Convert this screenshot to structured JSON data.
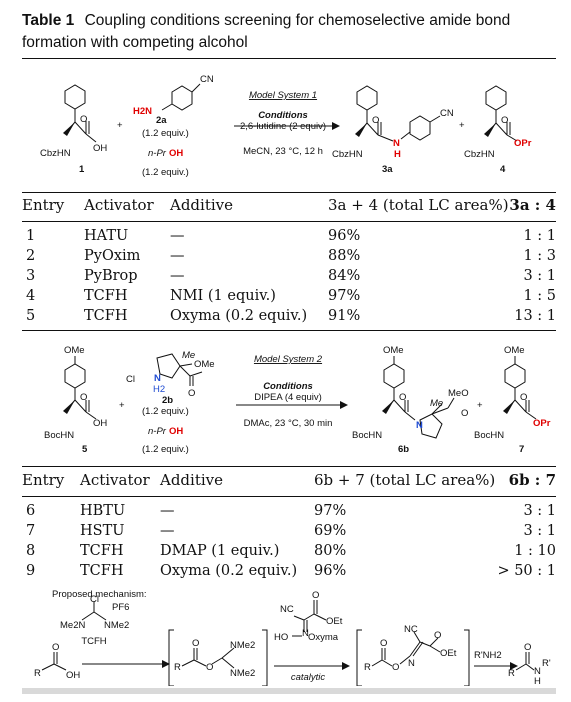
{
  "caption": {
    "label": "Table 1",
    "text": "Coupling conditions screening for chemoselective amide bond formation with competing alcohol"
  },
  "scheme1": {
    "reagent_label": "2a",
    "reagent_equiv": "(1.2 equiv.)",
    "alcohol_prefix": "n-Pr",
    "alcohol_suffix": "OH",
    "alcohol_equiv": "(1.2 equiv.)",
    "sm_label": "1",
    "sm_protect": "CbzHN",
    "model": "Model System 1",
    "conditions_title": "Conditions",
    "conditions_line": "2,6-lutidine (2 equiv)",
    "solvent": "MeCN, 23 °C, 12 h",
    "product_label": "3a",
    "ester_label": "4",
    "product_protect": "CbzHN",
    "ester_protect": "CbzHN",
    "ester_group": "OPr",
    "oh": "OH",
    "h2n": "H2N",
    "cn": "CN",
    "nh_n": "N",
    "nh_h": "H"
  },
  "table1": {
    "headers": [
      "Entry",
      "Activator",
      "Additive",
      "3a + 4 (total LC area%)",
      "3a : 4"
    ],
    "rows": [
      [
        "1",
        "HATU",
        "—",
        "96%",
        "1 : 1"
      ],
      [
        "2",
        "PyOxim",
        "—",
        "88%",
        "1 : 3"
      ],
      [
        "3",
        "PyBrop",
        "—",
        "84%",
        "3 : 1"
      ],
      [
        "4",
        "TCFH",
        "NMI (1 equiv.)",
        "97%",
        "1 : 5"
      ],
      [
        "5",
        "TCFH",
        "Oxyma (0.2 equiv.)",
        "91%",
        "13 : 1"
      ]
    ]
  },
  "scheme2": {
    "reagent_label": "2b",
    "reagent_equiv": "(1.2 equiv.)",
    "alcohol_prefix": "n-Pr",
    "alcohol_suffix": "OH",
    "alcohol_equiv": "(1.2 equiv.)",
    "sm_label": "5",
    "sm_protect": "BocHN",
    "model": "Model System 2",
    "conditions_title": "Conditions",
    "conditions_line": "DIPEA (4 equiv)",
    "solvent": "DMAc, 23 °C, 30 min",
    "product_label": "6b",
    "ester_label": "7",
    "product_protect": "BocHN",
    "ester_protect": "BocHN",
    "ester_group": "OPr",
    "ome": "OMe",
    "me": "Me",
    "meo": "MeO",
    "cl": "Cl",
    "oh": "OH",
    "n": "N",
    "h2": "H2",
    "o": "O"
  },
  "table2": {
    "headers": [
      "Entry",
      "Activator",
      "Additive",
      "6b + 7 (total LC area%)",
      "6b : 7"
    ],
    "rows": [
      [
        "6",
        "HBTU",
        "—",
        "97%",
        "3 : 1"
      ],
      [
        "7",
        "HSTU",
        "—",
        "69%",
        "3 : 1"
      ],
      [
        "8",
        "TCFH",
        "DMAP (1 equiv.)",
        "80%",
        "1 : 10"
      ],
      [
        "9",
        "TCFH",
        "Oxyma (0.2 equiv.)",
        "96%",
        "> 50 : 1"
      ]
    ]
  },
  "mechanism": {
    "title": "Proposed mechanism:",
    "tcfh_label": "TCFH",
    "oxyma_label": "Oxyma",
    "catalytic": "catalytic",
    "amine": "R'NH2",
    "cl": "Cl",
    "pf6": "PF6",
    "me2n": "Me2N",
    "nme2": "NMe2",
    "ho": "HO",
    "nc": "NC",
    "oet": "OEt",
    "r": "R",
    "rp": "R'",
    "oh": "OH",
    "n": "N",
    "h": "H",
    "o": "O"
  }
}
